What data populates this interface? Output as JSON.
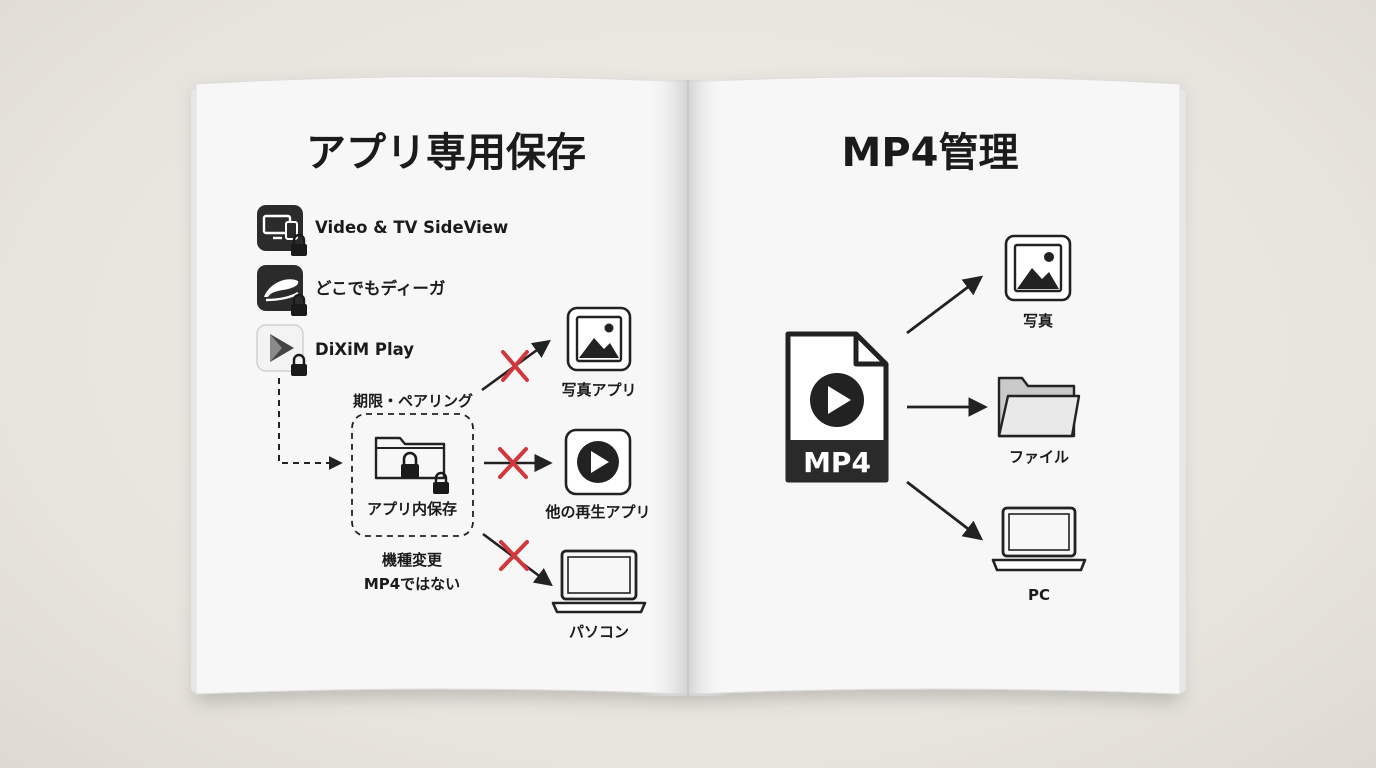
{
  "left_page": {
    "title": "アプリ専用保存",
    "apps": [
      {
        "name": "Video & TV SideView"
      },
      {
        "name": "どこでもディーガ"
      },
      {
        "name": "DiXiM Play"
      }
    ],
    "pairing_label": "期限・ペアリング",
    "storage_label": "アプリ内保存",
    "note_line1": "機種変更",
    "note_line2": "MP4ではない",
    "targets": [
      {
        "label": "写真アプリ"
      },
      {
        "label": "他の再生アプリ"
      },
      {
        "label": "パソコン"
      }
    ],
    "blocked_color": "#d0383b"
  },
  "right_page": {
    "title": "MP4管理",
    "file_label": "MP4",
    "targets": [
      {
        "label": "写真"
      },
      {
        "label": "ファイル"
      },
      {
        "label": "PC"
      }
    ]
  }
}
